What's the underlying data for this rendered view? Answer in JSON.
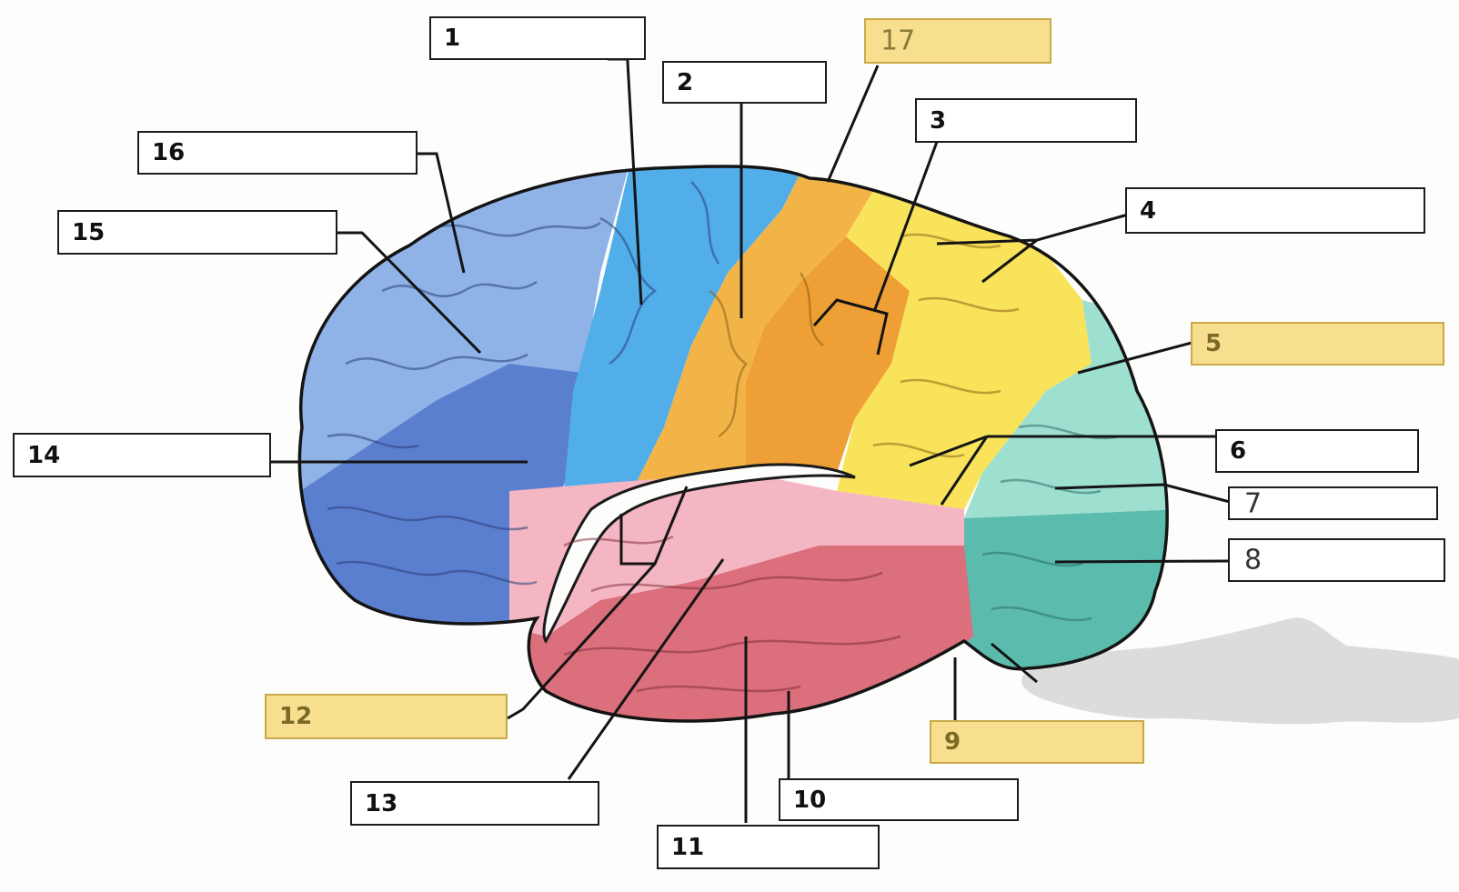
{
  "labels": [
    {
      "id": "1",
      "text": "1",
      "highlight": false
    },
    {
      "id": "2",
      "text": "2",
      "highlight": false
    },
    {
      "id": "3",
      "text": "3",
      "highlight": false
    },
    {
      "id": "4",
      "text": "4",
      "highlight": false
    },
    {
      "id": "5",
      "text": "5",
      "highlight": true
    },
    {
      "id": "6",
      "text": "6",
      "highlight": false
    },
    {
      "id": "7",
      "text": "7",
      "highlight": false,
      "handwritten": true
    },
    {
      "id": "8",
      "text": "8",
      "highlight": false,
      "handwritten": true
    },
    {
      "id": "9",
      "text": "9",
      "highlight": true
    },
    {
      "id": "10",
      "text": "10",
      "highlight": false
    },
    {
      "id": "11",
      "text": "11",
      "highlight": false
    },
    {
      "id": "12",
      "text": "12",
      "highlight": true
    },
    {
      "id": "13",
      "text": "13",
      "highlight": false
    },
    {
      "id": "14",
      "text": "14",
      "highlight": false
    },
    {
      "id": "15",
      "text": "15",
      "highlight": false
    },
    {
      "id": "16",
      "text": "16",
      "highlight": false
    },
    {
      "id": "17",
      "text": "17",
      "highlight": true,
      "handwritten": true
    }
  ],
  "colors": {
    "highlight": "#f7df8f",
    "frontal_light": "#8fb3e6",
    "frontal_dark": "#5b7fcf",
    "motor": "#52aee9",
    "postcentral": "#f2b447",
    "supramarginal": "#ee9f35",
    "parietal": "#f8e35a",
    "occipital_upper": "#9ee0d0",
    "occipital_lower": "#5bbcae",
    "temporal_upper": "#f4b6c3",
    "temporal_lower": "#db6f7b",
    "cerebellum_shadow": "#d4d4d4"
  }
}
